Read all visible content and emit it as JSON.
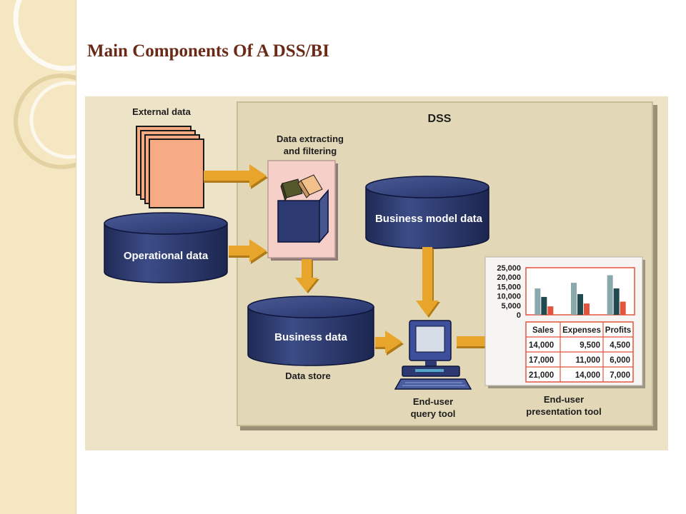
{
  "slide": {
    "title": "Main Components Of A DSS/BI"
  },
  "diagram": {
    "dss_label": "DSS",
    "external_data": "External data",
    "extract_line1": "Data extracting",
    "extract_line2": "and filtering",
    "operational_data": "Operational data",
    "business_model_data": "Business model data",
    "business_data": "Business data",
    "data_store": "Data store",
    "query_line1": "End-user",
    "query_line2": "query tool",
    "present_line1": "End-user",
    "present_line2": "presentation tool"
  },
  "chart_data": {
    "type": "bar",
    "y_ticks": [
      "25,000",
      "20,000",
      "15,000",
      "10,000",
      "5,000",
      "0"
    ],
    "ylim": [
      0,
      25000
    ],
    "series": [
      {
        "name": "Sales",
        "values": [
          14000,
          17000,
          21000
        ],
        "color": "#8aa9ad"
      },
      {
        "name": "Expenses",
        "values": [
          9500,
          11000,
          14000
        ],
        "color": "#1f4a4f"
      },
      {
        "name": "Profits",
        "values": [
          4500,
          6000,
          7000
        ],
        "color": "#e2553c"
      }
    ],
    "table": {
      "headers": [
        "Sales",
        "Expenses",
        "Profits"
      ],
      "rows": [
        [
          "14,000",
          "9,500",
          "4,500"
        ],
        [
          "17,000",
          "11,000",
          "6,000"
        ],
        [
          "21,000",
          "14,000",
          "7,000"
        ]
      ]
    }
  },
  "colors": {
    "title": "#6b2a17",
    "cylinder": "#2e3c6e",
    "arrow": "#e8a52c",
    "panel": "#ede4c8",
    "dss_box": "#e2d8b8",
    "document": "#f7ab84"
  }
}
